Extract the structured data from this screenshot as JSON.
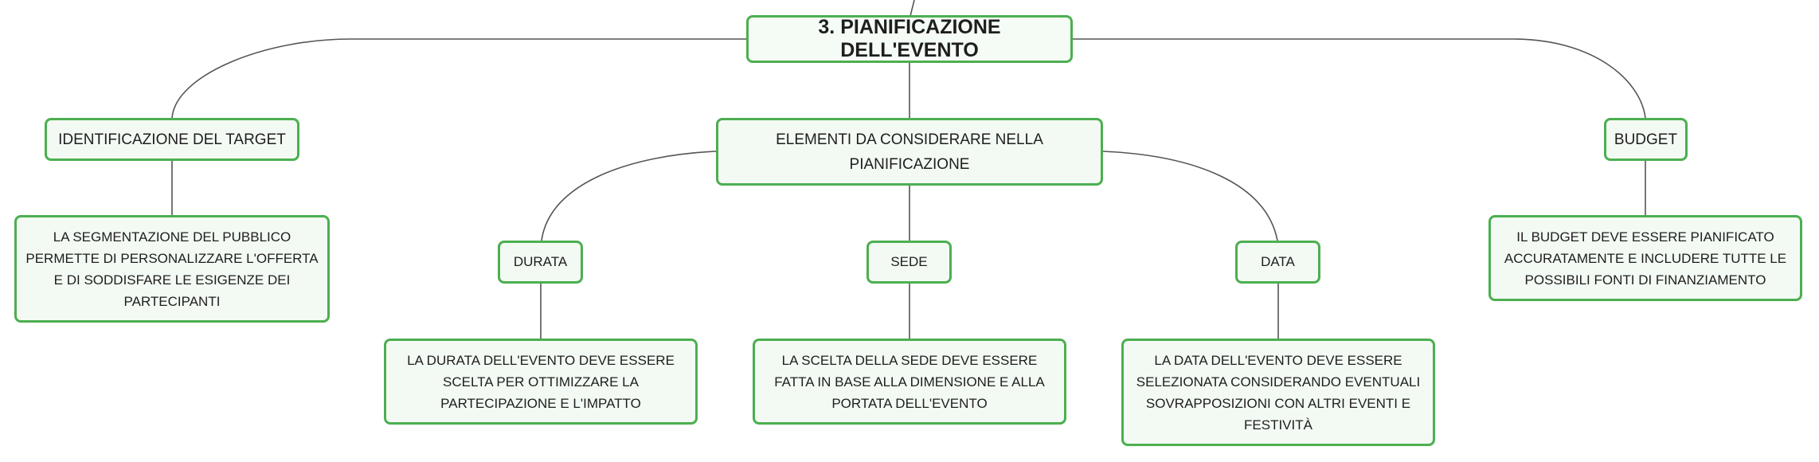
{
  "root": {
    "label": "3. PIANIFICAZIONE DELL'EVENTO"
  },
  "target": {
    "label": "IDENTIFICAZIONE DEL TARGET",
    "note": "LA SEGMENTAZIONE DEL PUBBLICO PERMETTE DI PERSONALIZZARE L'OFFERTA E DI SODDISFARE LE ESIGENZE DEI PARTECIPANTI"
  },
  "elements": {
    "label": "ELEMENTI DA CONSIDERARE NELLA PIANIFICAZIONE",
    "durata": {
      "label": "DURATA",
      "note": "LA DURATA DELL'EVENTO DEVE ESSERE SCELTA PER OTTIMIZZARE LA PARTECIPAZIONE E L'IMPATTO"
    },
    "sede": {
      "label": "SEDE",
      "note": "LA SCELTA DELLA SEDE DEVE ESSERE FATTA IN BASE ALLA DIMENSIONE E ALLA PORTATA DELL'EVENTO"
    },
    "data": {
      "label": "DATA",
      "note": "LA DATA DELL'EVENTO DEVE ESSERE SELEZIONATA CONSIDERANDO EVENTUALI SOVRAPPOSIZIONI CON ALTRI EVENTI E FESTIVITÀ"
    }
  },
  "budget": {
    "label": "BUDGET",
    "note": "IL BUDGET DEVE ESSERE PIANIFICATO ACCURATAMENTE E INCLUDERE TUTTE LE POSSIBILI FONTI DI FINANZIAMENTO"
  },
  "colors": {
    "border": "#4caf50",
    "fill": "#f3faf3",
    "line": "#555555"
  }
}
